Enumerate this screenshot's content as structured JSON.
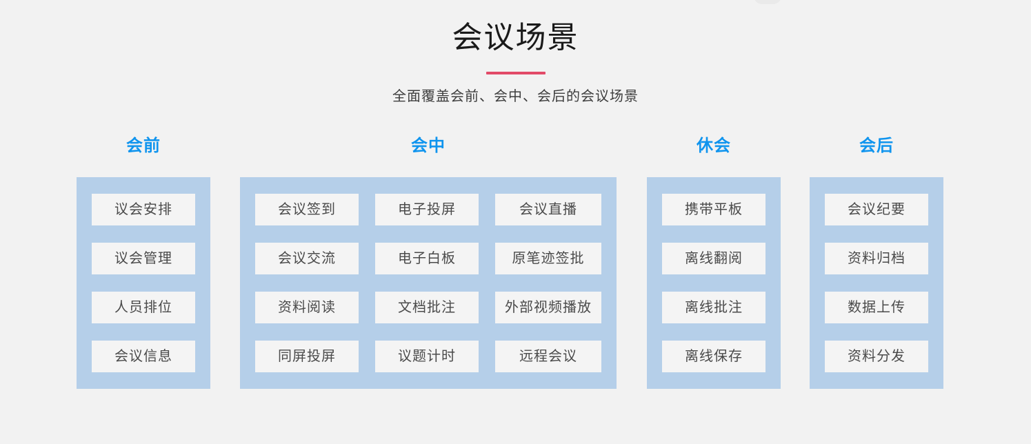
{
  "header": {
    "title": "会议场景",
    "subtitle": "全面覆盖会前、会中、会后的会议场景"
  },
  "colors": {
    "accent_rule": "#e24a68",
    "heading_blue": "#0f94ee",
    "panel_blue": "#b5cfe9",
    "card_bg": "#f4f4f4",
    "page_bg": "#f2f2f2"
  },
  "columns": [
    {
      "heading": "会前",
      "groups": [
        [
          "议会安排",
          "议会管理",
          "人员排位",
          "会议信息"
        ]
      ]
    },
    {
      "heading": "会中",
      "groups": [
        [
          "会议签到",
          "会议交流",
          "资料阅读",
          "同屏投屏"
        ],
        [
          "电子投屏",
          "电子白板",
          "文档批注",
          "议题计时"
        ],
        [
          "会议直播",
          "原笔迹签批",
          "外部视频播放",
          "远程会议"
        ]
      ]
    },
    {
      "heading": "休会",
      "groups": [
        [
          "携带平板",
          "离线翻阅",
          "离线批注",
          "离线保存"
        ]
      ]
    },
    {
      "heading": "会后",
      "groups": [
        [
          "会议纪要",
          "资料归档",
          "数据上传",
          "资料分发"
        ]
      ]
    }
  ]
}
